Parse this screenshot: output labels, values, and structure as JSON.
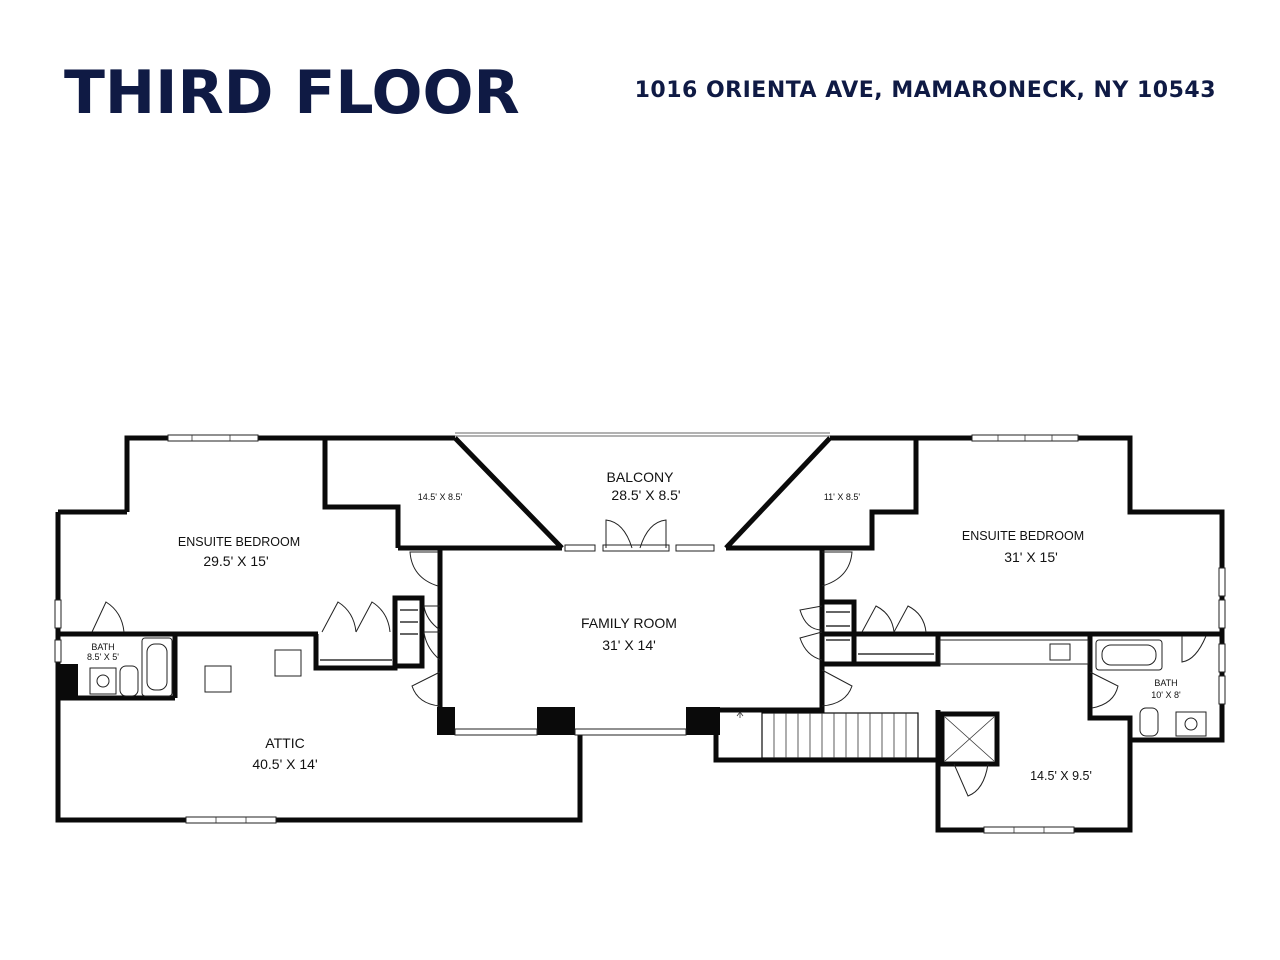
{
  "header": {
    "title": "THIRD FLOOR",
    "address": "1016 ORIENTA AVE, MAMARONECK, NY 10543"
  },
  "rooms": {
    "ensuite_left": {
      "name": "ENSUITE BEDROOM",
      "dims": "29.5' X 15'"
    },
    "closet_left": {
      "dims": "14.5' X 8.5'"
    },
    "balcony": {
      "name": "BALCONY",
      "dims": "28.5' X 8.5'"
    },
    "closet_right": {
      "dims": "11' X 8.5'"
    },
    "ensuite_right": {
      "name": "ENSUITE BEDROOM",
      "dims": "31' X 15'"
    },
    "family_room": {
      "name": "FAMILY ROOM",
      "dims": "31' X 14'"
    },
    "bath_left": {
      "name": "BATH",
      "dims": "8.5' X 5'"
    },
    "attic": {
      "name": "ATTIC",
      "dims": "40.5' X 14'"
    },
    "bath_right": {
      "name": "BATH",
      "dims": "10' X 8'"
    },
    "room_right": {
      "dims": "14.5' X 9.5'"
    }
  },
  "colors": {
    "title": "#0f1a44",
    "walls": "#0a0a0a"
  }
}
